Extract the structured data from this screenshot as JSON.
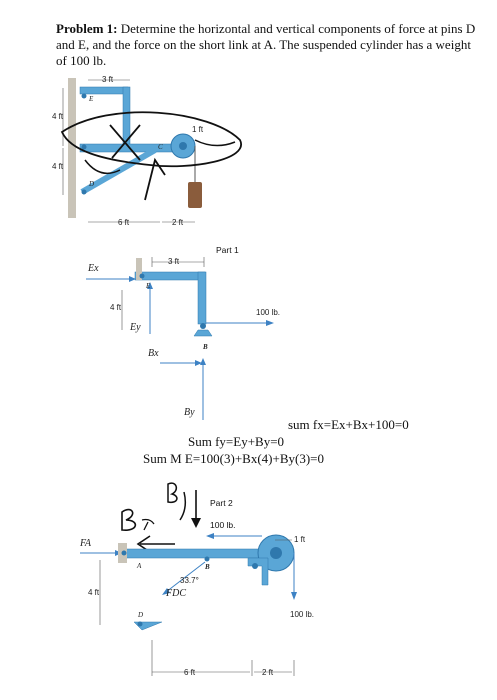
{
  "problem": {
    "label": "Problem 1:",
    "text": "Determine the horizontal and vertical components of force at pins D and E, and the force on the short link at A. The suspended cylinder has a weight of 100 lb."
  },
  "figure1": {
    "dim_top": "3 ft",
    "dim_left_upper": "4 ft",
    "dim_left_lower": "4 ft",
    "dim_right": "1 ft",
    "dim_bottom_left": "6 ft",
    "dim_bottom_right": "2 ft",
    "label_E": "E",
    "label_D": "D",
    "label_C": "C"
  },
  "figure2": {
    "title": "Part 1",
    "label_Ex": "Ex",
    "label_Ey": "Ey",
    "label_E": "E",
    "label_Bx": "Bx",
    "label_By": "By",
    "label_B": "B",
    "dim_3ft": "3 ft",
    "dim_4ft": "4 ft",
    "load": "100 lb."
  },
  "equations": {
    "line1": "sum fx=Ex+Bx+100=0",
    "line2": "Sum fy=Ey+By=0",
    "line3": "Sum M E=100(3)+Bx(4)+By(3)=0"
  },
  "figure3": {
    "title": "Part 2",
    "load_top": "100 lb.",
    "load_bottom": "100 lb.",
    "label_FA": "FA",
    "label_A": "A",
    "label_B": "B",
    "label_D": "D",
    "angle": "33.7°",
    "label_FDC": "FDC",
    "dim_4ft": "4 ft",
    "dim_1ft": "1 ft",
    "dim_6ft": "6 ft",
    "dim_2ft": "2 ft"
  },
  "colors": {
    "beam": "#5aa6d6",
    "beam_dark": "#2f78ad",
    "wall": "#c9c4b8",
    "arrow": "#3d82c4",
    "cylinder": "#8a5c3c"
  }
}
